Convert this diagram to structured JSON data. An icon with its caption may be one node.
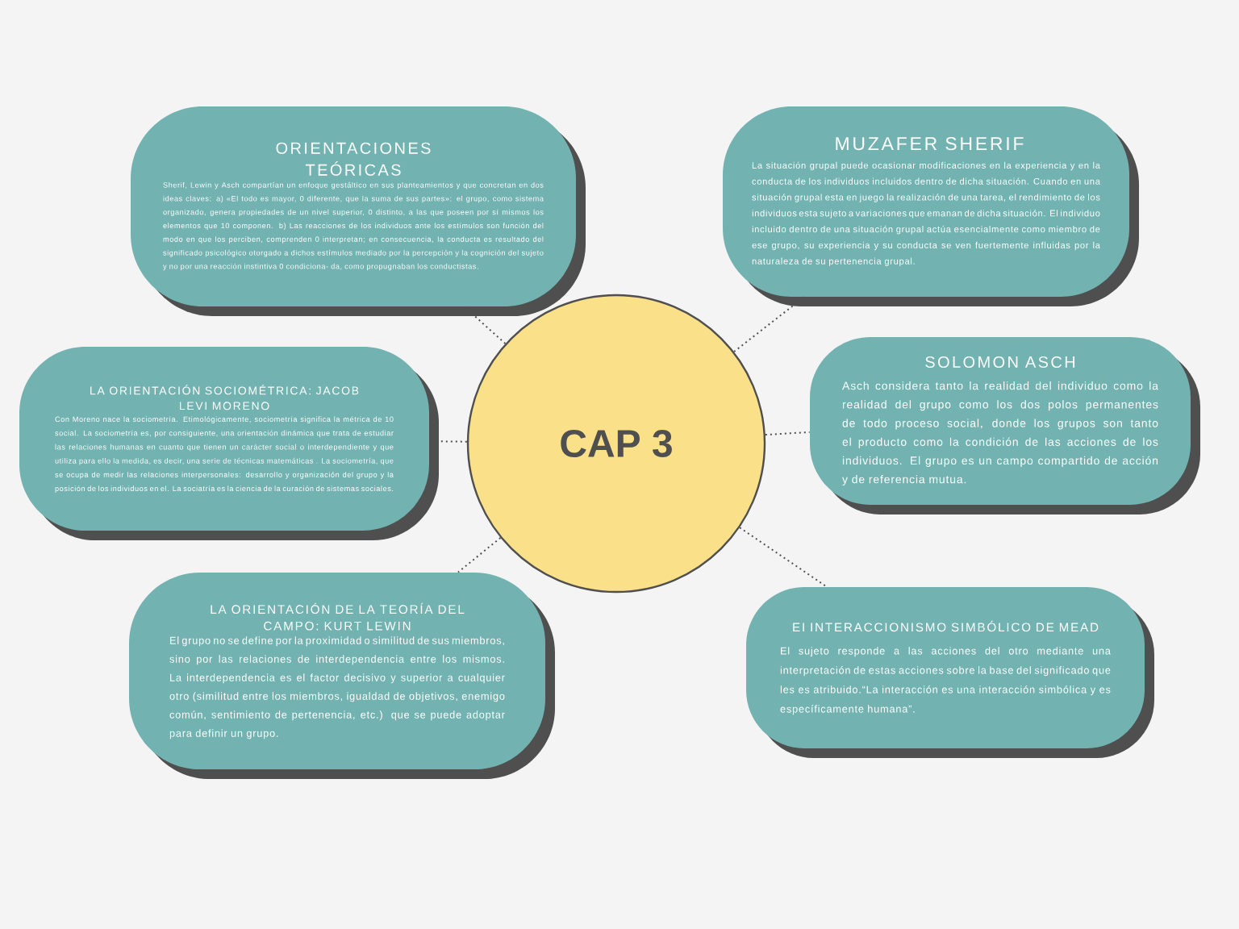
{
  "diagram": {
    "nodes": [
      {
        "text": [
          "CAP 3"
        ]
      },
      {
        "text": [
          "ORIENTACIONES TEÓRICAS",
          "Sherif, Lewin y Asch compartían un enfoque gestáltico en sus planteamientos y que concretan en dos ideas claves: a) «El todo es mayor, 0 diferente, que la suma de sus partes»: el grupo, como sistema organizado, genera propiedades de un nivel superior, 0 distinto, a las que poseen por sí mismos los elementos que 10 componen. b) Las reacciones de los individuos ante los estímulos son función del modo en que los perciben, comprenden 0 interpretan; en consecuencia, la conducta es resultado del significado psicológico otorgado a dichos estímulos mediado por la percepción y la cognición del sujeto y no por una reacción instintiva 0 condiciona- da, como propugnaban los conductistas."
        ]
      },
      {
        "text": [
          "MUZAFER SHERIF",
          "La situación grupal puede ocasionar modificaciones en la experiencia y en la conducta de los individuos incluidos dentro de dicha situación. Cuando en una situación grupal esta en juego la realización de una tarea, el rendimiento de los individuos esta sujeto a variaciones que emanan de dicha situación. El individuo incluido dentro de una situación grupal actúa esencialmente como miembro de ese grupo, su experiencia y su conducta se ven fuertemente influidas por la naturaleza de su pertenencia grupal."
        ]
      },
      {
        "text": [
          "LA ORIENTACIÓN SOCIOMÉTRICA: JACOB LEVI MORENO",
          "Con Moreno nace la sociometría. Etimológicamente, sociometría significa la métrica de 10 social.  La sociometría es, por consiguiente, una orientación dinámica que trata de estudiar las relaciones humanas en cuanto que tienen un carácter social o interdependiente y que utiliza para ello la medida, es decir, una serie de técnicas matemáticas . La sociometría, que se ocupa de medir las relaciones interpersonales: desarrollo y organización del grupo y la posición de los individuos en el. La sociatría es la ciencia de la curación de sistemas sociales."
        ]
      },
      {
        "text": [
          "SOLOMON ASCH",
          "Asch considera tanto la realidad del individuo como la realidad del grupo como los dos polos permanentes de todo proceso social, donde los grupos son tanto el producto como la condición de las acciones de los individuos. El grupo es un campo compartido de acción y de referencia mutua."
        ]
      },
      {
        "text": [
          "LA ORIENTACIÓN DE LA TEORÍA DEL CAMPO: KURT LEWIN",
          "El grupo no se define por la proximidad o similitud de sus miembros, sino por las relaciones de interdependencia entre los mismos. La interdependencia es el factor decisivo y superior a cualquier otro (similitud entre los miembros, igualdad de objetivos, enemigo común, sentimiento de pertenencia, etc.) que se puede adoptar para definir un grupo."
        ]
      },
      {
        "text": [
          "EI INTERACCIONISMO SIMBÓLICO DE MEAD",
          "El sujeto responde a las acciones del otro mediante una interpretación de estas acciones sobre la base del significado que les es atribuido.“La interacción es una interacción simbólica y es específicamente humana”."
        ]
      }
    ],
    "edges": [
      {
        "from": 0,
        "to": 1,
        "arrow": "none"
      },
      {
        "from": 0,
        "to": 2,
        "arrow": "none"
      },
      {
        "from": 0,
        "to": 3,
        "arrow": "none"
      },
      {
        "from": 0,
        "to": 4,
        "arrow": "none"
      },
      {
        "from": 0,
        "to": 5,
        "arrow": "none"
      },
      {
        "from": 0,
        "to": 6,
        "arrow": "none"
      }
    ]
  }
}
